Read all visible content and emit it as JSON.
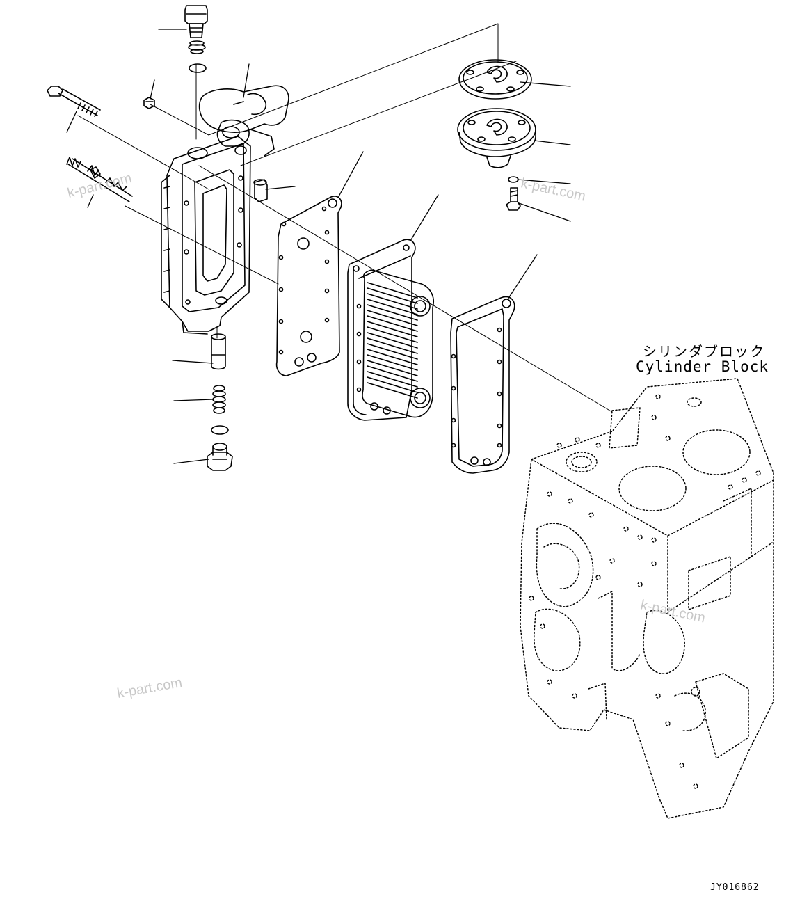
{
  "labels": {
    "cylinder_block_jp": "シリンダブロック",
    "cylinder_block_en": "Cylinder Block",
    "drawing_number": "JY016862"
  },
  "watermarks": [
    "k-part.com",
    "k-part.com",
    "k-part.com",
    "k-part.com"
  ],
  "colors": {
    "line": "#000000",
    "watermark": "#c8c8c8",
    "background": "#ffffff"
  }
}
